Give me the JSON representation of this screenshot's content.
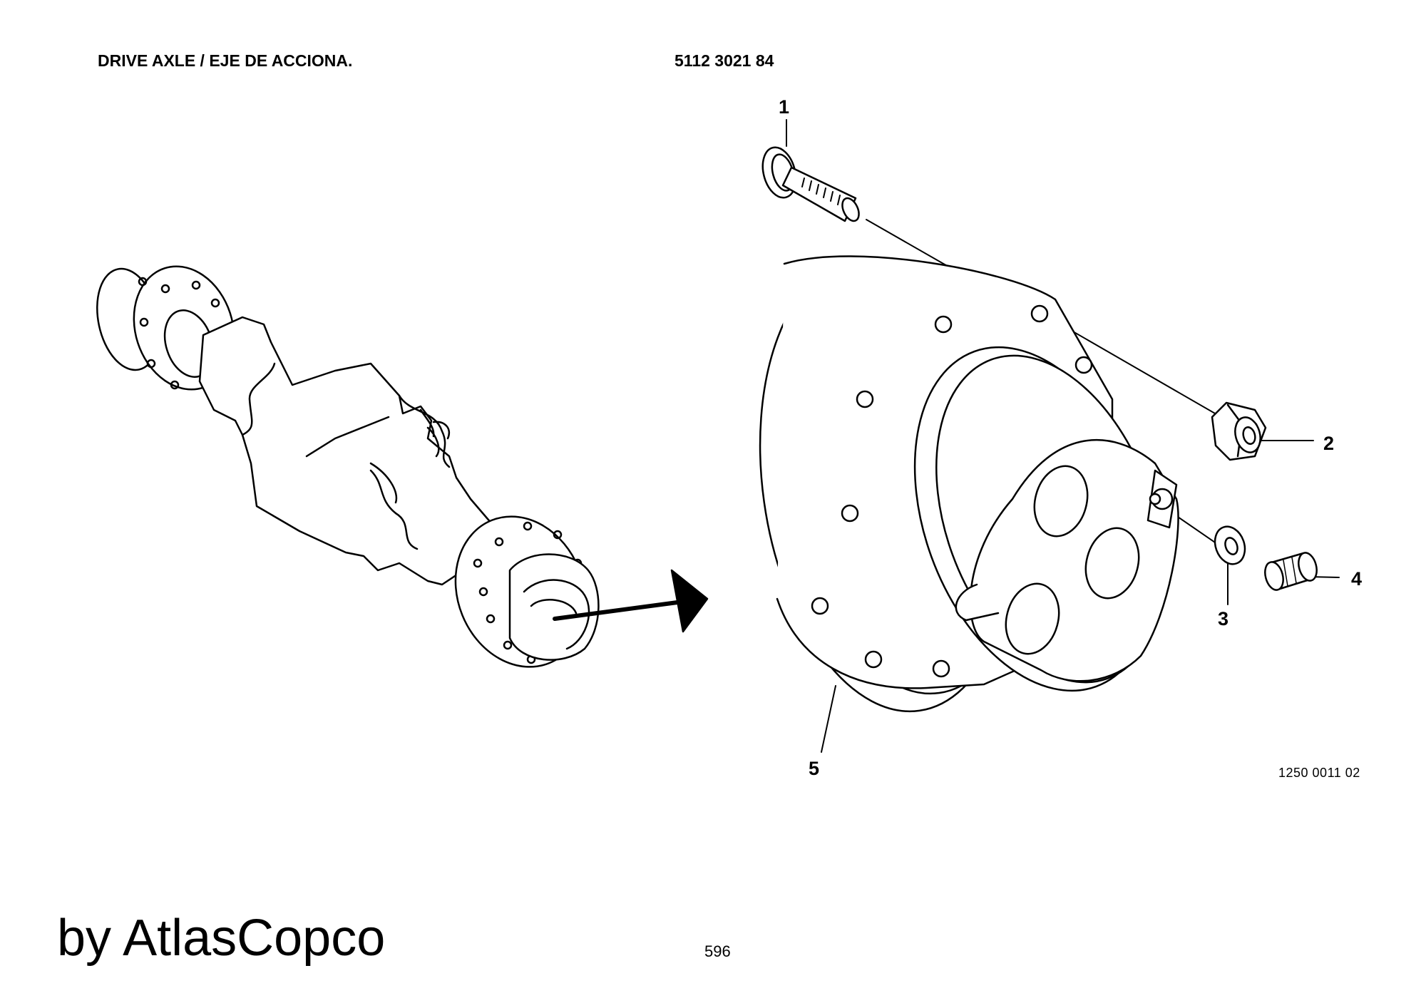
{
  "header": {
    "title": "DRIVE AXLE / EJE DE ACCIONA.",
    "part_number": "5112 3021 84"
  },
  "callouts": [
    "1",
    "2",
    "3",
    "4",
    "5"
  ],
  "reference_code": "1250 0011 02",
  "footer": {
    "brand": "by AtlasCopco",
    "page_number": "596"
  },
  "colors": {
    "ink": "#000000",
    "paper": "#ffffff"
  }
}
